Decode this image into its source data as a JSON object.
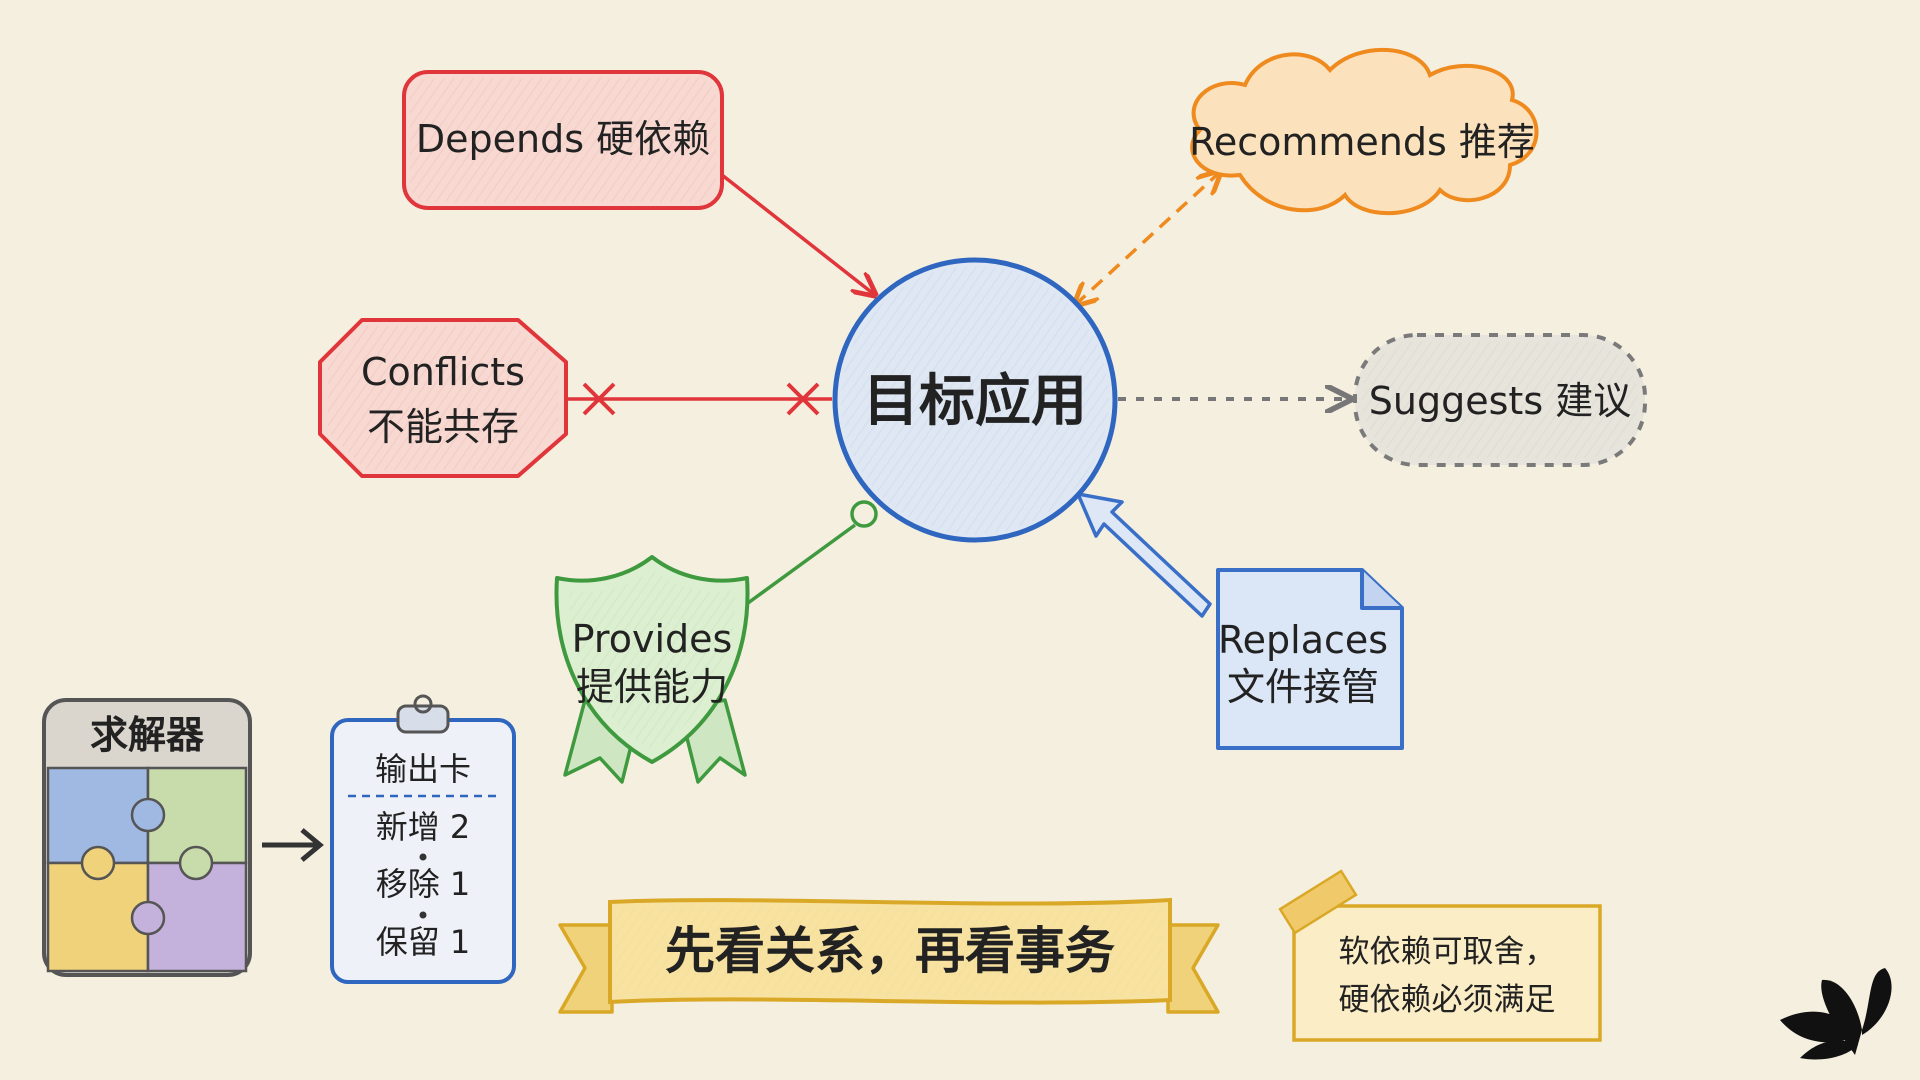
{
  "center": {
    "label": "目标应用"
  },
  "relations": {
    "depends": {
      "label": "Depends 硬依赖",
      "color": "#e0353a"
    },
    "recommends": {
      "label": "Recommends 推荐",
      "color": "#ef8a1f"
    },
    "conflicts": {
      "line1": "Conflicts",
      "line2": "不能共存",
      "color": "#e0353a"
    },
    "suggests": {
      "label": "Suggests 建议",
      "color": "#8a8a8a"
    },
    "provides": {
      "line1": "Provides",
      "line2": "提供能力",
      "color": "#3f9a3f"
    },
    "replaces": {
      "line1": "Replaces",
      "line2": "文件接管",
      "color": "#3a6fc8"
    }
  },
  "solver": {
    "title": "求解器"
  },
  "output_card": {
    "title": "输出卡",
    "rows": [
      {
        "label": "新增 2",
        "color": "#2e8b2e"
      },
      {
        "label": "移除 1",
        "color": "#d02828"
      },
      {
        "label": "保留 1",
        "color": "#2a5fc0"
      }
    ]
  },
  "banner": {
    "text": "先看关系，再看事务"
  },
  "note": {
    "line1": "软依赖可取舍，",
    "line2": "硬依赖必须满足"
  },
  "icons": {
    "corner": "butterfly-icon"
  }
}
